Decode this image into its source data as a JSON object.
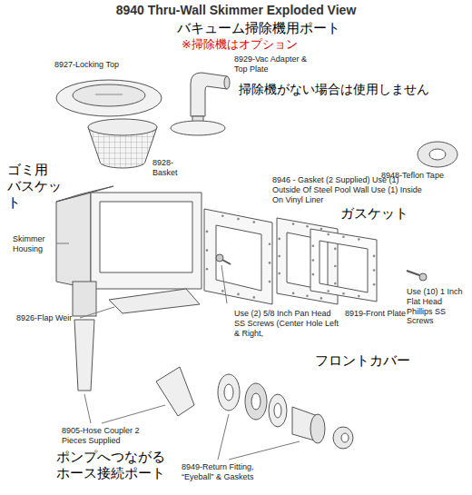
{
  "diagram": {
    "title": "8940 Thru-Wall Skimmer Exploded View",
    "labels": [
      "バキューム掃除機用ポート",
      "※掃除機はオプション",
      "掃除機がない場合は使用しません",
      "8927-Locking Top",
      "8929-Vac Adapter & Top Plate",
      "8948-Teflon Tape",
      "ゴミ用 バスケット",
      "8928-Basket",
      "8946 - Gasket (2 Supplied) Use (1) Outside Of Steel Pool Wall Use (1) Inside On Vinyl Liner",
      "ガスケット",
      "Skimmer Housing",
      "Use (2) 5/8 Inch Pan Head SS Screws (Center Hole Left & Right,",
      "Use (10) 1 Inch Flat Head Phillips SS Screws",
      "8926-Flap Weir",
      "8919-Front Plate",
      "フロントカバー",
      "8905-Hose Coupler 2 Pieces Supplied",
      "8949-Return Fitting, “Eyeball” & Gaskets",
      "ポンプへつながる ホース接続ポート"
    ]
  }
}
